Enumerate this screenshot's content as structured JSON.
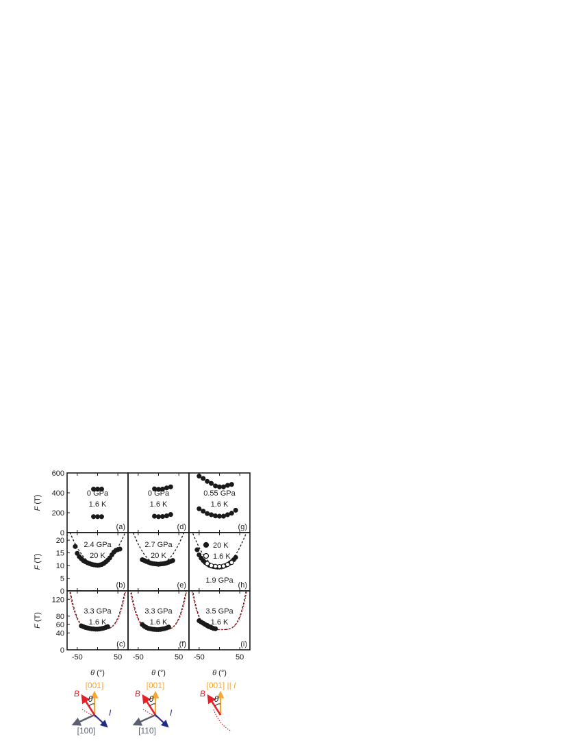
{
  "colors": {
    "data": "#1a1a1a",
    "fit_black": "#1a1a1a",
    "fit_red": "#d0202a",
    "crystal_axis": "#f4a733",
    "field_B": "#e4202a",
    "current_I": "#1f2b86",
    "in_plane_axis": "#5b6070"
  },
  "xaxis": {
    "label": "θ (°)",
    "ticks": [
      "-50",
      "50"
    ]
  },
  "rows": [
    {
      "ylabel": "F (T)",
      "ticks": [
        "600",
        "400",
        "200",
        "0"
      ]
    },
    {
      "ylabel": "F (T)",
      "ticks": [
        "20",
        "15",
        "10",
        "5",
        "0"
      ]
    },
    {
      "ylabel": "F (T)",
      "ticks": [
        "120",
        "80",
        "60",
        "40",
        "0"
      ]
    }
  ],
  "chart_data": [
    {
      "panel": "(a)",
      "type": "scatter",
      "annotation": [
        "0 GPa",
        "1.6 K"
      ],
      "xlim": [
        -75,
        75
      ],
      "ylim": [
        0,
        600
      ],
      "xlabel": "θ (°)",
      "ylabel": "F (T)",
      "series": [
        {
          "marker": "filled",
          "x": [
            -10,
            0,
            10,
            -10,
            0,
            10
          ],
          "y": [
            437,
            437,
            437,
            160,
            160,
            160
          ]
        }
      ],
      "fits": []
    },
    {
      "panel": "(d)",
      "type": "scatter",
      "annotation": [
        "0 GPa",
        "1.6 K"
      ],
      "xlim": [
        -75,
        75
      ],
      "ylim": [
        0,
        600
      ],
      "xlabel": "θ (°)",
      "ylabel": "F (T)",
      "series": [
        {
          "marker": "filled",
          "x": [
            -10,
            0,
            10,
            20,
            30,
            -10,
            0,
            10,
            20,
            30
          ],
          "y": [
            440,
            435,
            437,
            450,
            460,
            165,
            160,
            162,
            168,
            182
          ]
        }
      ],
      "fits": []
    },
    {
      "panel": "(g)",
      "type": "scatter",
      "annotation": [
        "0.55 GPa",
        "1.6 K"
      ],
      "xlim": [
        -75,
        75
      ],
      "ylim": [
        0,
        600
      ],
      "xlabel": "θ (°)",
      "ylabel": "F (T)",
      "series": [
        {
          "marker": "filled",
          "x": [
            -50,
            -40,
            -30,
            -20,
            -10,
            0,
            10,
            20,
            30,
            -50,
            -40,
            -30,
            -20,
            -10,
            0,
            10,
            20,
            30,
            40
          ],
          "y": [
            568,
            545,
            515,
            495,
            470,
            460,
            460,
            475,
            485,
            240,
            215,
            192,
            180,
            168,
            165,
            165,
            180,
            195,
            225
          ]
        }
      ],
      "fits": []
    },
    {
      "panel": "(b)",
      "type": "scatter",
      "annotation": [
        "2.4 GPa",
        "20 K"
      ],
      "xlim": [
        -75,
        75
      ],
      "ylim": [
        0,
        23
      ],
      "xlabel": "θ (°)",
      "ylabel": "F (T)",
      "series": [
        {
          "marker": "filled",
          "x": [
            -55,
            -50,
            -45,
            -40,
            -35,
            -30,
            -25,
            -20,
            -15,
            -10,
            -5,
            0,
            5,
            10,
            15,
            20,
            25,
            30,
            35,
            40,
            45,
            50,
            55
          ],
          "y": [
            17.5,
            14.8,
            13.5,
            12.7,
            12.0,
            11.5,
            11.1,
            10.8,
            10.5,
            10.3,
            10.2,
            10.1,
            10.2,
            10.4,
            10.8,
            11.4,
            12.1,
            13.0,
            14.2,
            15.3,
            16.0,
            16.3,
            16.5
          ]
        }
      ],
      "fits": [
        {
          "style": "dashed",
          "color": "black",
          "c": 10.1,
          "k": 0.0028,
          "n": 2
        }
      ]
    },
    {
      "panel": "(e)",
      "type": "scatter",
      "annotation": [
        "2.7 GPa",
        "20 K"
      ],
      "xlim": [
        -75,
        75
      ],
      "ylim": [
        0,
        23
      ],
      "xlabel": "θ (°)",
      "ylabel": "F (T)",
      "series": [
        {
          "marker": "filled",
          "x": [
            -40,
            -35,
            -30,
            -25,
            -20,
            -15,
            -10,
            -5,
            0,
            5,
            10,
            15,
            20,
            25,
            30,
            35
          ],
          "y": [
            12.3,
            12.0,
            11.6,
            11.3,
            11.0,
            10.8,
            10.7,
            10.6,
            10.5,
            10.6,
            10.7,
            10.8,
            11.0,
            11.3,
            11.6,
            12.0
          ]
        }
      ],
      "fits": [
        {
          "style": "dashed",
          "color": "black",
          "c": 10.5,
          "k": 0.0032,
          "n": 2
        }
      ]
    },
    {
      "panel": "(h)",
      "type": "scatter",
      "annotation": [
        "20 K",
        "1.6 K",
        "1.9 GPa"
      ],
      "xlim": [
        -75,
        75
      ],
      "ylim": [
        0,
        23
      ],
      "xlabel": "θ (°)",
      "ylabel": "F (T)",
      "legend": [
        {
          "marker": "filled",
          "label": "20 K"
        },
        {
          "marker": "open",
          "label": "1.6 K"
        }
      ],
      "series": [
        {
          "name": "20 K",
          "marker": "filled",
          "x": [
            -55,
            -50,
            -45,
            -40,
            -35,
            -30,
            -25,
            -20,
            -15,
            -10,
            -5,
            0,
            5,
            10,
            15,
            20,
            25,
            30,
            35,
            40
          ],
          "y": [
            16.2,
            14.2,
            12.9,
            12.0,
            11.2,
            10.6,
            10.1,
            9.8,
            9.6,
            9.5,
            9.4,
            9.4,
            9.5,
            9.7,
            10.0,
            10.4,
            10.9,
            11.5,
            12.3,
            13.2
          ]
        },
        {
          "name": "1.6 K",
          "marker": "open",
          "x": [
            -30,
            -20,
            -10,
            0,
            10,
            20,
            30
          ],
          "y": [
            10.8,
            10.0,
            9.7,
            9.6,
            9.8,
            10.4,
            11.2
          ]
        }
      ],
      "fits": [
        {
          "style": "dashed",
          "color": "black",
          "c": 9.4,
          "k": 0.0031,
          "n": 2
        }
      ]
    },
    {
      "panel": "(c)",
      "type": "scatter",
      "annotation": [
        "3.3 GPa",
        "1.6 K"
      ],
      "xlim": [
        -75,
        75
      ],
      "ylim": [
        0,
        140
      ],
      "xlabel": "θ (°)",
      "ylabel": "F (T)",
      "series": [
        {
          "marker": "filled",
          "x": [
            -40,
            -35,
            -30,
            -25,
            -20,
            -15,
            -10,
            -5,
            0,
            5,
            10,
            15,
            20,
            25
          ],
          "y": [
            57,
            55,
            53,
            52,
            51,
            50,
            49.5,
            49,
            49,
            49.5,
            50.5,
            51.5,
            53,
            55
          ]
        }
      ],
      "fits": [
        {
          "style": "dashed",
          "color": "black",
          "c": 48,
          "k": 4.5e-06,
          "n": 4
        },
        {
          "style": "dotted",
          "color": "red",
          "c": 48,
          "k": 4e-06,
          "n": 4
        }
      ]
    },
    {
      "panel": "(f)",
      "type": "scatter",
      "annotation": [
        "3.3 GPa",
        "1.6 K"
      ],
      "xlim": [
        -75,
        75
      ],
      "ylim": [
        0,
        140
      ],
      "xlabel": "θ (°)",
      "ylabel": "F (T)",
      "series": [
        {
          "marker": "filled",
          "x": [
            -40,
            -35,
            -30,
            -25,
            -20,
            -15,
            -10,
            -5,
            0,
            5,
            10,
            15,
            20,
            25
          ],
          "y": [
            60,
            56,
            53,
            51,
            50,
            49,
            48.5,
            48,
            48,
            48.5,
            49.5,
            50.5,
            52,
            54
          ]
        }
      ],
      "fits": [
        {
          "style": "dashed",
          "color": "black",
          "c": 47,
          "k": 4.5e-06,
          "n": 4
        },
        {
          "style": "dotted",
          "color": "red",
          "c": 47,
          "k": 4e-06,
          "n": 4
        }
      ]
    },
    {
      "panel": "(i)",
      "type": "scatter",
      "annotation": [
        "3.5 GPa",
        "1.6 K"
      ],
      "xlim": [
        -75,
        75
      ],
      "ylim": [
        0,
        140
      ],
      "xlabel": "θ (°)",
      "ylabel": "F (T)",
      "series": [
        {
          "marker": "filled",
          "x": [
            -50,
            -45,
            -40,
            -35,
            -30,
            -25,
            -20,
            -15,
            -10
          ],
          "y": [
            69,
            66,
            63,
            60,
            58,
            55,
            53,
            51,
            50
          ]
        }
      ],
      "fits": [
        {
          "style": "dashed",
          "color": "black",
          "c": 48,
          "k": 5e-06,
          "n": 4
        },
        {
          "style": "dotted",
          "color": "red",
          "c": 48,
          "k": 4.5e-06,
          "n": 4
        }
      ]
    }
  ],
  "diagrams": [
    {
      "top_label": "[001]",
      "field": "B",
      "angle": "θ",
      "current": "I",
      "axis_label": "[100]"
    },
    {
      "top_label": "[001]",
      "field": "B",
      "angle": "θ",
      "current": "I",
      "axis_label": "[110]"
    },
    {
      "top_label": "[001] || I",
      "field": "B",
      "angle": "θ"
    }
  ]
}
